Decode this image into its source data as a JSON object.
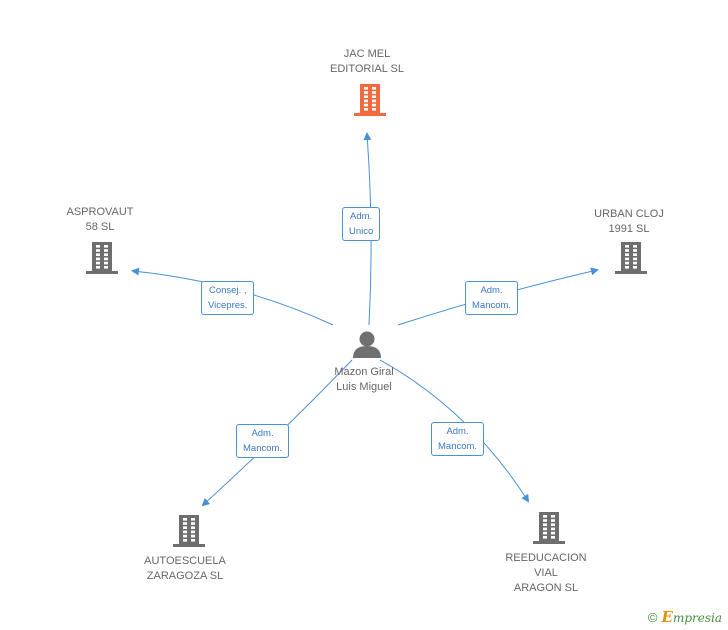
{
  "center": {
    "name_line1": "Mazon Giral",
    "name_line2": "Luis Miguel",
    "icon": "person-icon"
  },
  "companies": [
    {
      "id": "jacmel",
      "line1": "JAC MEL",
      "line2": "EDITORIAL SL",
      "line3": "",
      "highlight": true,
      "role1": "Adm.",
      "role2": "Unico"
    },
    {
      "id": "asprovaut",
      "line1": "ASPROVAUT",
      "line2": "58 SL",
      "line3": "",
      "highlight": false,
      "role1": "Consej. ,",
      "role2": "Vicepres."
    },
    {
      "id": "urban",
      "line1": "URBAN CLOJ",
      "line2": "1991 SL",
      "line3": "",
      "highlight": false,
      "role1": "Adm.",
      "role2": "Mancom."
    },
    {
      "id": "autoescuela",
      "line1": "AUTOESCUELA",
      "line2": "ZARAGOZA SL",
      "line3": "",
      "highlight": false,
      "role1": "Adm.",
      "role2": "Mancom."
    },
    {
      "id": "reeducacion",
      "line1": "REEDUCACION",
      "line2": "VIAL",
      "line3": "ARAGON SL",
      "highlight": false,
      "role1": "Adm.",
      "role2": "Mancom."
    }
  ],
  "colors": {
    "highlight": "#f26a3d",
    "building": "#6e6e6e",
    "person": "#707070",
    "edge": "#4a90d9"
  },
  "footer": {
    "copyright": "©",
    "brand_initial": "E",
    "brand_rest": "mpresia"
  }
}
